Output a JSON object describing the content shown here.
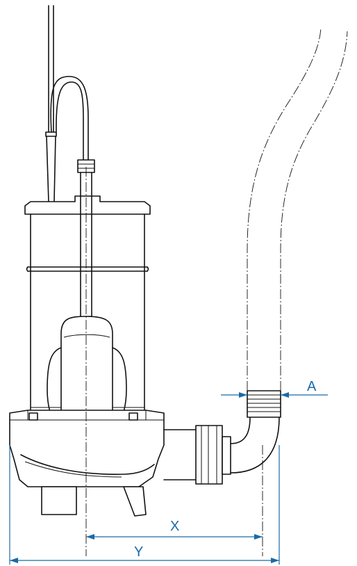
{
  "dimensions": {
    "outlet_diameter_label": "A",
    "center_to_outlet_label": "X",
    "overall_width_label": "Y"
  },
  "colors": {
    "outline": "#111111",
    "dimension": "#1a6aa8",
    "background": "#ffffff"
  }
}
